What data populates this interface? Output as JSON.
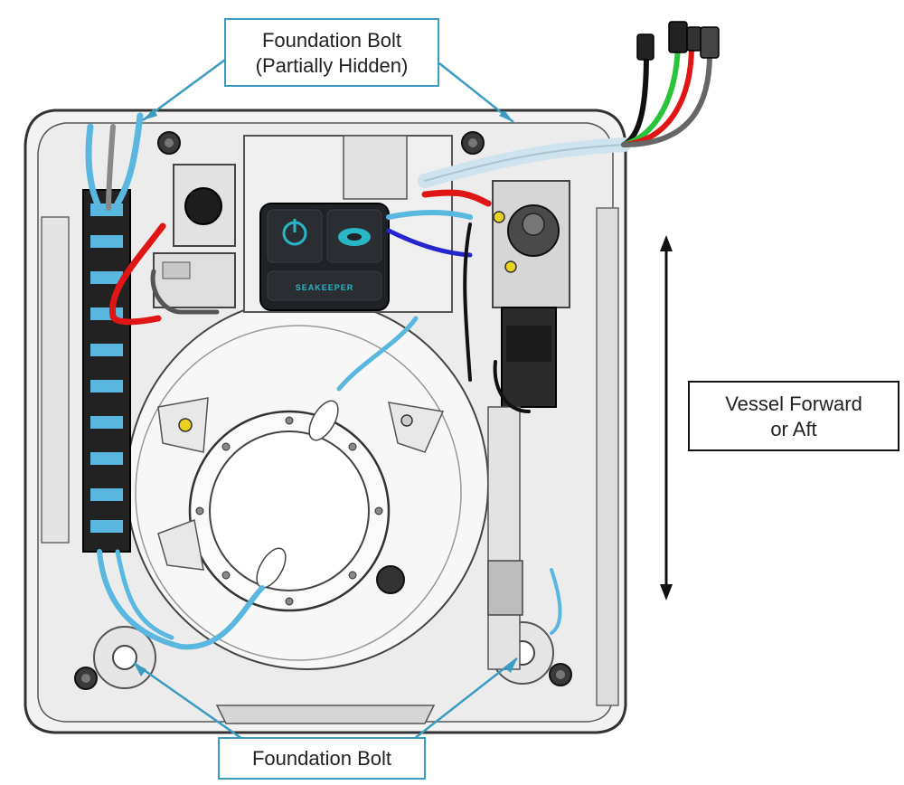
{
  "callouts": {
    "foundation_bolt_top_line1": "Foundation Bolt",
    "foundation_bolt_top_line2": "(Partially Hidden)",
    "foundation_bolt_bottom": "Foundation Bolt",
    "vessel_direction_line1": "Vessel Forward",
    "vessel_direction_line2": "or Aft"
  },
  "control_panel": {
    "brand": "SEAKEEPER"
  },
  "colors": {
    "callout_border": "#3b9bc0",
    "callout_line": "#3b9bc0",
    "hose_blue": "#5ab7e0",
    "wire_red": "#e01616",
    "wire_green": "#29c43a",
    "wire_black": "#111111",
    "panel_accent": "#2ab5c6"
  }
}
